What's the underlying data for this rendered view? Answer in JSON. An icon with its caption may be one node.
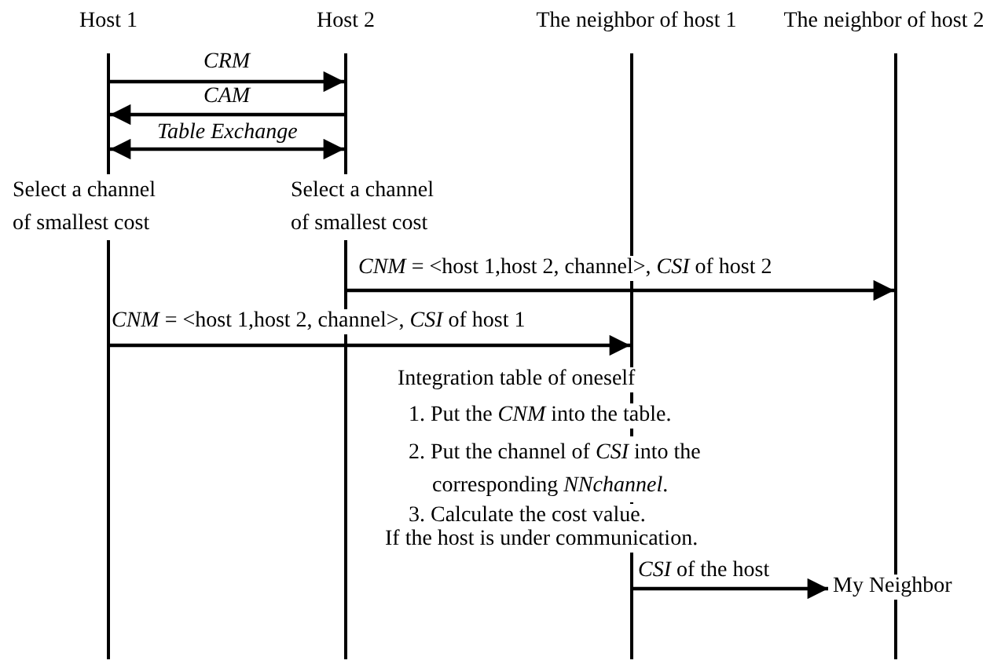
{
  "diagram": {
    "nodes": [
      {
        "text": [
          "Host 1"
        ]
      },
      {
        "text": [
          "Host 2"
        ]
      },
      {
        "text": [
          "The neighbor of host 1"
        ]
      },
      {
        "text": [
          "The neighbor of host 2"
        ]
      },
      {
        "text": [
          "My Neighbor"
        ]
      }
    ],
    "edges": [
      {
        "from": 0,
        "to": 1,
        "arrow": "to",
        "label": "CRM"
      },
      {
        "from": 1,
        "to": 0,
        "arrow": "to",
        "label": "CAM"
      },
      {
        "from": 0,
        "to": 1,
        "arrow": "both",
        "label": "Table Exchange"
      },
      {
        "from": 1,
        "to": 3,
        "arrow": "to",
        "label": "*CNM* = <host 1,host 2, channel>, *CSI* of host 2"
      },
      {
        "from": 0,
        "to": 2,
        "arrow": "to",
        "label": "*CNM* = <host 1,host 2, channel>, *CSI* of host 1"
      },
      {
        "from": 2,
        "to": 4,
        "arrow": "to",
        "label": "*CSI* of the host"
      }
    ],
    "labels": [
      "Select a channel of smallest cost",
      "Select a channel of smallest cost",
      "Integration table of oneself",
      "1. Put the *CNM* into the table.",
      "2. Put the channel of *CSI* into the corresponding *NNchannel*.",
      "3. Calculate the cost value.",
      "If the host is under communication."
    ]
  }
}
